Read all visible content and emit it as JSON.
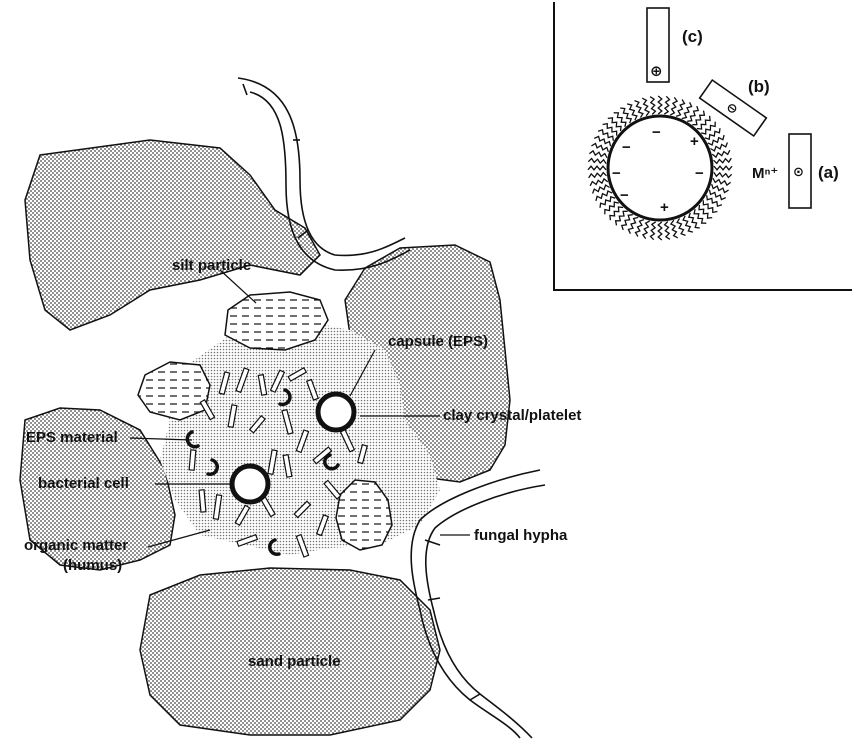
{
  "labels": {
    "silt_particle": "silt particle",
    "capsule": "capsule (EPS)",
    "clay_crystal": "clay crystal/platelet",
    "eps_material": "EPS material",
    "bacterial_cell": "bacterial cell",
    "organic_matter_1": "organic matter",
    "organic_matter_2": "(humus)",
    "fungal_hypha": "fungal hypha",
    "sand_particle": "sand particle"
  },
  "inset": {
    "label_a": "(a)",
    "label_b": "(b)",
    "label_c": "(c)",
    "metal_ion": "Mⁿ⁺",
    "sign_plus": "+",
    "sign_minus": "−",
    "sign_plus_circ": "⊕",
    "sign_minus_circ": "⊖",
    "sign_neutral_circ": "⊙"
  },
  "colors": {
    "ink": "#111111",
    "stipple": "#444444",
    "background": "#ffffff"
  }
}
